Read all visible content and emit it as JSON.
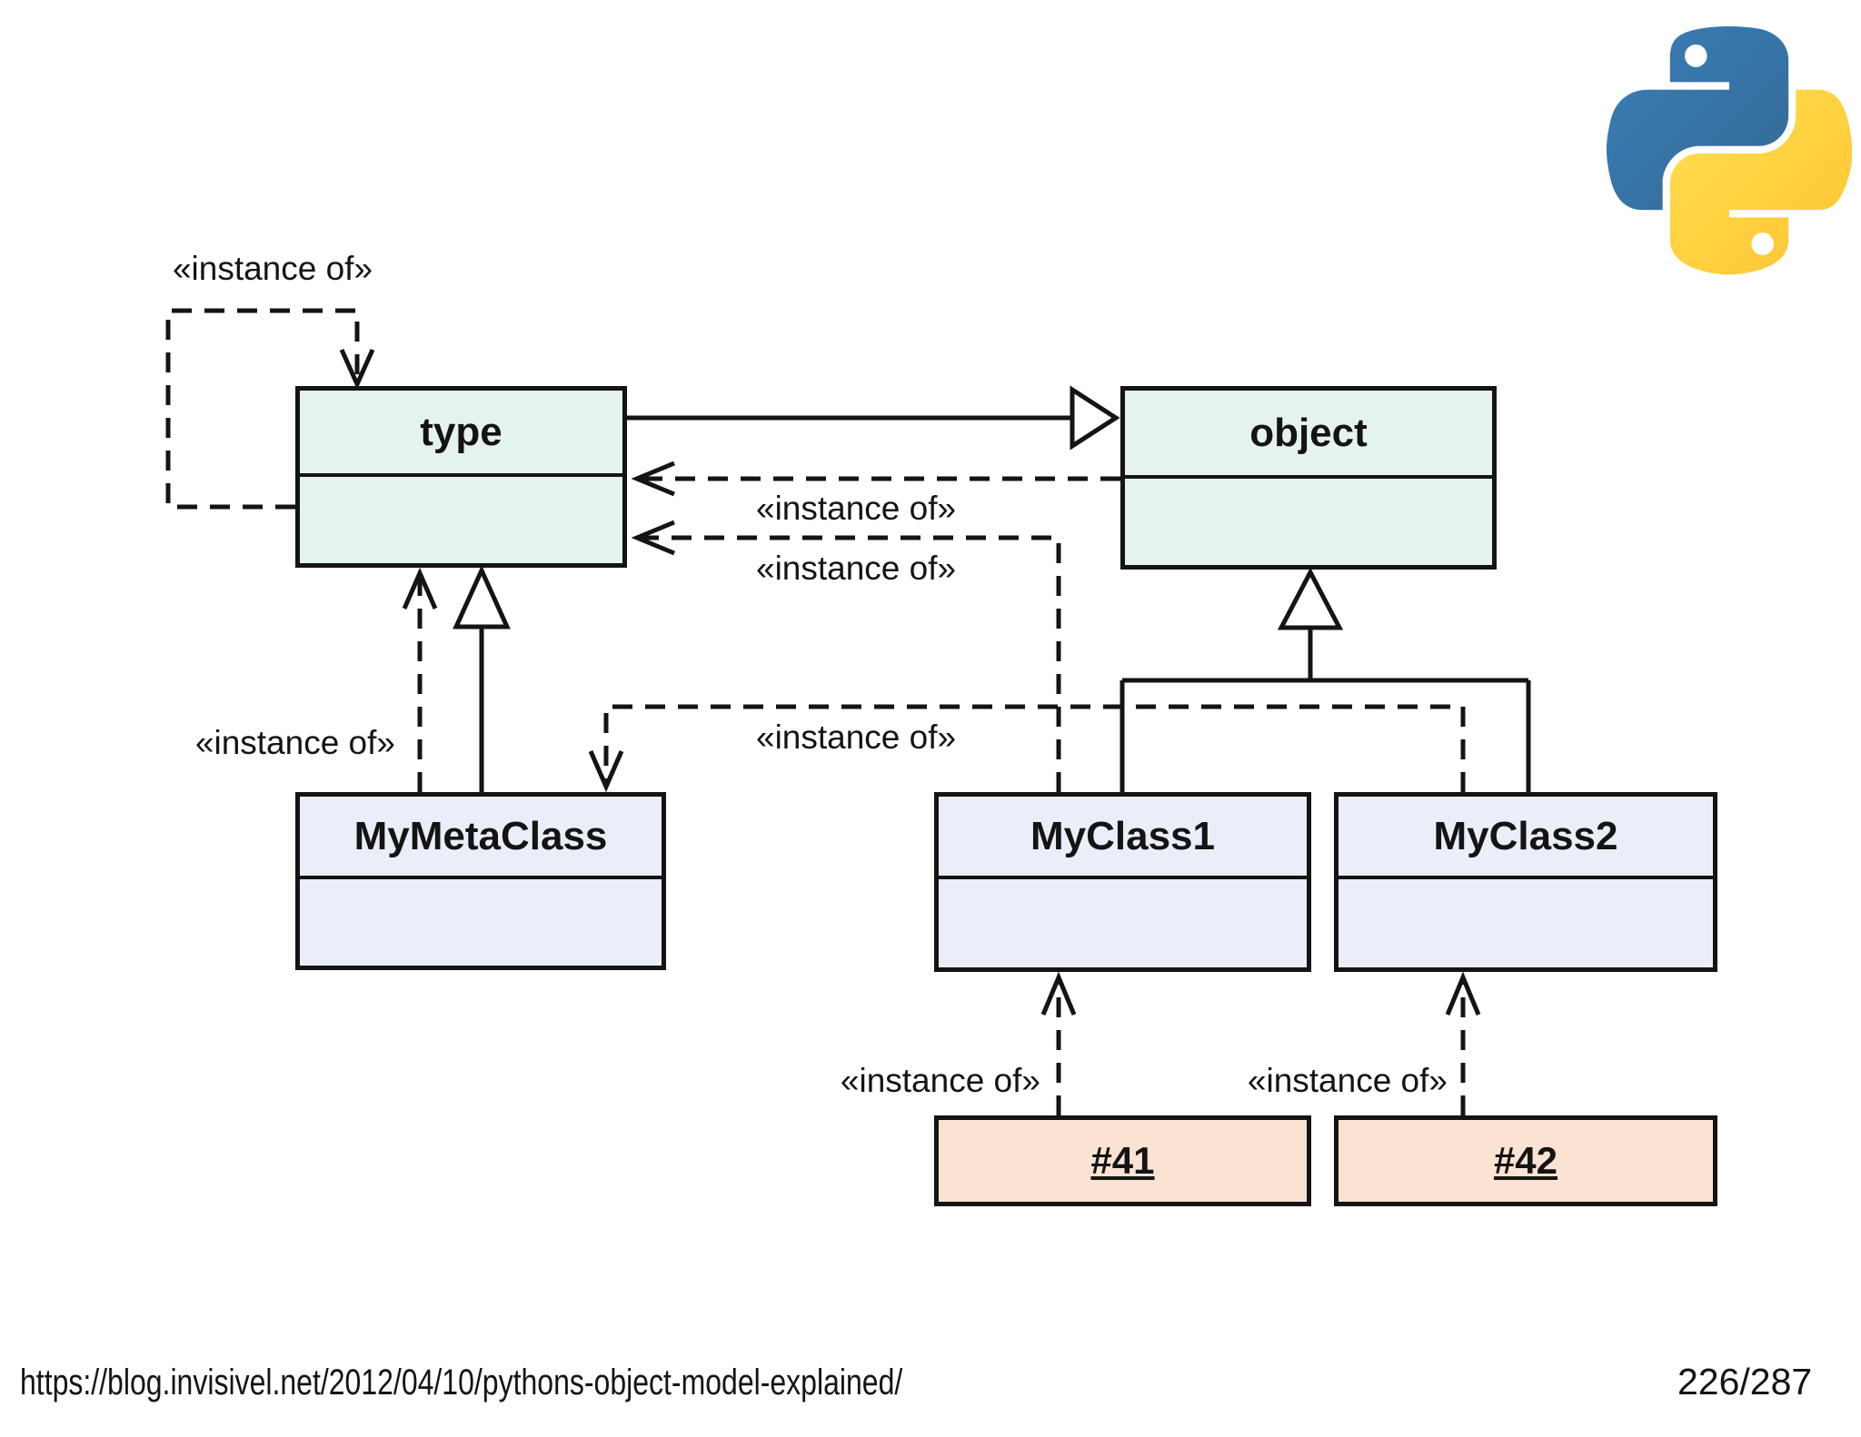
{
  "diagram": {
    "classes": [
      {
        "id": "type",
        "label": "type",
        "kind": "builtin"
      },
      {
        "id": "object",
        "label": "object",
        "kind": "builtin"
      },
      {
        "id": "MyMetaClass",
        "label": "MyMetaClass",
        "kind": "user"
      },
      {
        "id": "MyClass1",
        "label": "MyClass1",
        "kind": "user"
      },
      {
        "id": "MyClass2",
        "label": "MyClass2",
        "kind": "user"
      }
    ],
    "instances": [
      {
        "id": "i41",
        "label": "#41"
      },
      {
        "id": "i42",
        "label": "#42"
      }
    ],
    "edges": [
      {
        "label": "«instance of»",
        "from": "type",
        "to": "type",
        "style": "dashed"
      },
      {
        "label": "«instance of»",
        "from": "object",
        "to": "type",
        "style": "dashed"
      },
      {
        "label": "«instance of»",
        "from": "MyClass1",
        "to": "type",
        "style": "dashed"
      },
      {
        "label": "«instance of»",
        "from": "MyMetaClass",
        "to": "type",
        "style": "dashed"
      },
      {
        "label": "«instance of»",
        "from": "MyClass2",
        "to": "MyMetaClass",
        "style": "dashed"
      },
      {
        "label": "«instance of»",
        "from": "#41",
        "to": "MyClass1",
        "style": "dashed"
      },
      {
        "label": "«instance of»",
        "from": "#42",
        "to": "MyClass2",
        "style": "dashed"
      }
    ],
    "inheritance": [
      {
        "from": "type",
        "to": "object"
      },
      {
        "from": "MyMetaClass",
        "to": "type"
      },
      {
        "from": "MyClass1",
        "to": "object"
      },
      {
        "from": "MyClass2",
        "to": "object"
      }
    ]
  },
  "footer": {
    "url": "https://blog.invisivel.net/2012/04/10/pythons-object-model-explained/",
    "page": "226/287"
  },
  "logo": {
    "icon": "python-logo"
  },
  "colors": {
    "line": "#141414",
    "box_builtin_fill": "#e4f4ec",
    "box_user_fill": "#e9eef9",
    "box_instance_fill": "#fae3d3",
    "logo_blue_1": "#387eb8",
    "logo_blue_2": "#366994",
    "logo_yellow_1": "#ffe052",
    "logo_yellow_2": "#ffc331"
  }
}
